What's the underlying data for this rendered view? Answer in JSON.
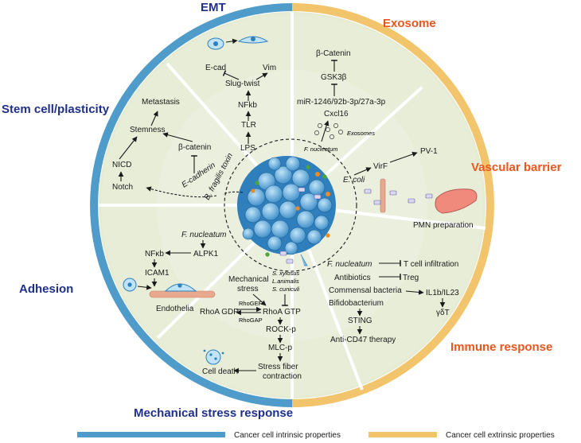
{
  "sections": {
    "emt": "EMT",
    "stem": "Stem cell/plasticity",
    "adhesion": "Adhesion",
    "mechanical": "Mechanical stress response",
    "exosome": "Exosome",
    "vascular": "Vascular barrier",
    "immune": "Immune response"
  },
  "legend": {
    "intrinsic": "Cancer cell intrinsic properties",
    "extrinsic": "Cancer cell extrinsic properties"
  },
  "colors": {
    "intrinsic": "#4f9ccb",
    "extrinsic": "#f2c46b",
    "inner": "#e7edd6"
  },
  "emt": {
    "ecad": "E-cad",
    "vim": "Vim",
    "slug": "Slug-twist",
    "nfkb": "NFkb",
    "tlr": "TLR",
    "lps": "LPS"
  },
  "stem": {
    "metastasis": "Metastasis",
    "stemness": "Stemness",
    "bcatenin": "β-catenin",
    "nicd": "NICD",
    "notch": "Notch",
    "ecadherin": "E-cadherin",
    "toxin": "B. fragilis toxin"
  },
  "adhesion": {
    "fnuc": "F. nucleatum",
    "nfkb": "NFκb",
    "alpk1": "ALPK1",
    "icam1": "ICAM1",
    "endothelia": "Endothelia"
  },
  "mechanical": {
    "stress1": "Mechanical",
    "stress2": "stress",
    "sxyl": "S. xylosus",
    "sanim": "L.animalis",
    "scun": "S. cuniculi",
    "gdp": "RhoA GDP",
    "gtp": "RhoA GTP",
    "gef": "RhoGEF",
    "gap": "RhoGAP",
    "rock": "ROCK-p",
    "mlc": "MLC-p",
    "stress_fiber1": "Stress fiber",
    "stress_fiber2": "contraction",
    "cell_death": "Cell death"
  },
  "exosome": {
    "bcat": "β-Catenin",
    "gsk": "GSK3β",
    "mir": "miR-1246/92b-3p/27a-3p",
    "cxcl": "Cxcl16",
    "exos": "Exosomes",
    "fnuc": "F. nucleatum"
  },
  "vascular": {
    "ecoli": "E. coli",
    "virf": "VirF",
    "pv1": "PV-1",
    "pmn": "PMN preparation"
  },
  "immune": {
    "fnuc": "F. nucleatum",
    "tcell": "T cell infiltration",
    "antibiotics": "Antibiotics",
    "treg": "Treg",
    "commensal": "Commensal bacteria",
    "il": "IL1b/IL23",
    "bifido": "Bifidobacterium",
    "gdt": "γδT",
    "sting": "STING",
    "cd47": "Anti-CD47 therapy"
  }
}
